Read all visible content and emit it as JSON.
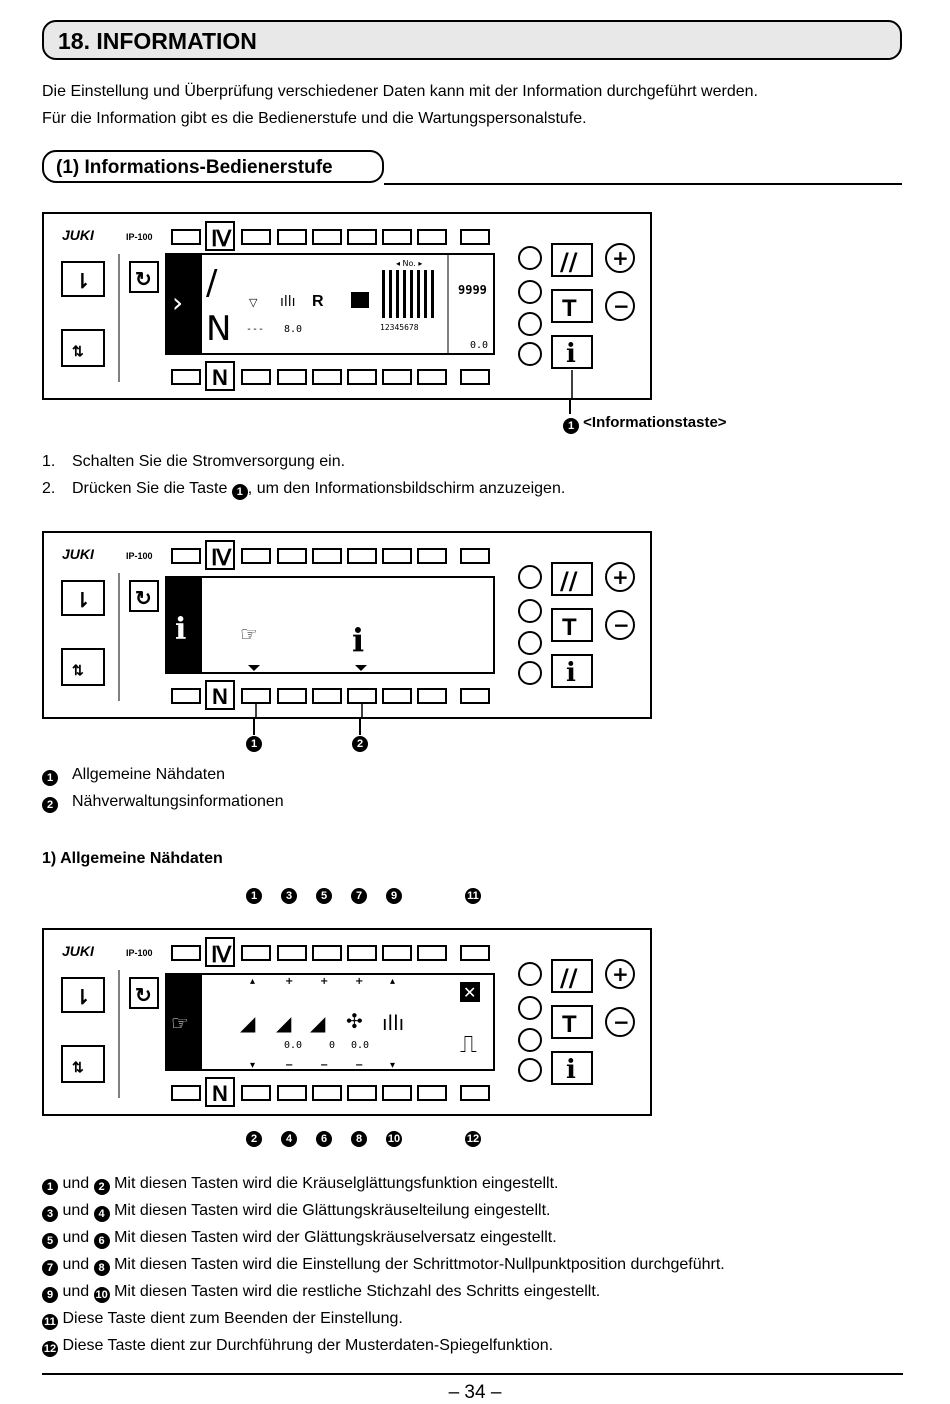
{
  "title": "18. INFORMATION",
  "intro": [
    "Die Einstellung und Überprüfung verschiedener Daten kann mit der Information durchgeführt werden.",
    "Für die Information gibt es die Bedienerstufe und die Wartungspersonalstufe."
  ],
  "section_title": "(1) Informations-Bedienerstufe",
  "panel_brand": "JUKI",
  "panel_model": "IP-100",
  "panel1": {
    "stitch_value_a": "---",
    "stitch_value_b": "8.0",
    "no_label": "◂ No. ▸",
    "pattern_digits": "12345678",
    "counter_value": "9999",
    "right_value": "0.0",
    "r_label": "R"
  },
  "callout1": "<Informationstaste>",
  "steps": [
    {
      "num": "1.",
      "text": "Schalten Sie die Stromversorgung ein."
    },
    {
      "num": "2.",
      "text_before": "Drücken Sie die Taste",
      "badge": "1",
      "text_after": ", um den Informationsbildschirm anzuzeigen."
    }
  ],
  "legend2": [
    {
      "badge": "1",
      "text": "Allgemeine Nähdaten"
    },
    {
      "badge": "2",
      "text": "Nähverwaltungsinformationen"
    }
  ],
  "subheading": "1) Allgemeine Nähdaten",
  "panel3": {
    "value_a": "0.0",
    "value_b": "0",
    "value_c": "0.0"
  },
  "panel3_top_badges": [
    "1",
    "3",
    "5",
    "7",
    "9",
    "11"
  ],
  "panel3_bottom_badges": [
    "2",
    "4",
    "6",
    "8",
    "10",
    "12"
  ],
  "descriptions": [
    {
      "badges": [
        "1",
        "2"
      ],
      "joiner": "und",
      "text": "Mit diesen Tasten wird die Kräuselglättungsfunktion eingestellt."
    },
    {
      "badges": [
        "3",
        "4"
      ],
      "joiner": "und",
      "text": "Mit diesen Tasten wird die Glättungskräuselteilung eingestellt."
    },
    {
      "badges": [
        "5",
        "6"
      ],
      "joiner": "und",
      "text": "Mit diesen Tasten wird der Glättungskräuselversatz eingestellt."
    },
    {
      "badges": [
        "7",
        "8"
      ],
      "joiner": "und",
      "text": "Mit diesen Tasten wird die Einstellung der Schrittmotor-Nullpunktposition durchgeführt."
    },
    {
      "badges": [
        "9",
        "10"
      ],
      "joiner": "und",
      "text": "Mit diesen Tasten wird die restliche Stichzahl des Schritts eingestellt."
    },
    {
      "badges": [
        "11"
      ],
      "joiner": "",
      "text": "Diese Taste dient zum Beenden der Einstellung."
    },
    {
      "badges": [
        "12"
      ],
      "joiner": "",
      "text": "Diese Taste dient zur Durchführung der Musterdaten-Spiegelfunktion."
    }
  ],
  "page_number": "– 34 –",
  "icons": [
    "thread-icon",
    "scissors-icon",
    "clear-icon",
    "template-icon",
    "info-icon",
    "plus-icon",
    "minus-icon",
    "reset-icon",
    "ready-icon",
    "winder-icon",
    "close-icon",
    "mirror-icon"
  ]
}
